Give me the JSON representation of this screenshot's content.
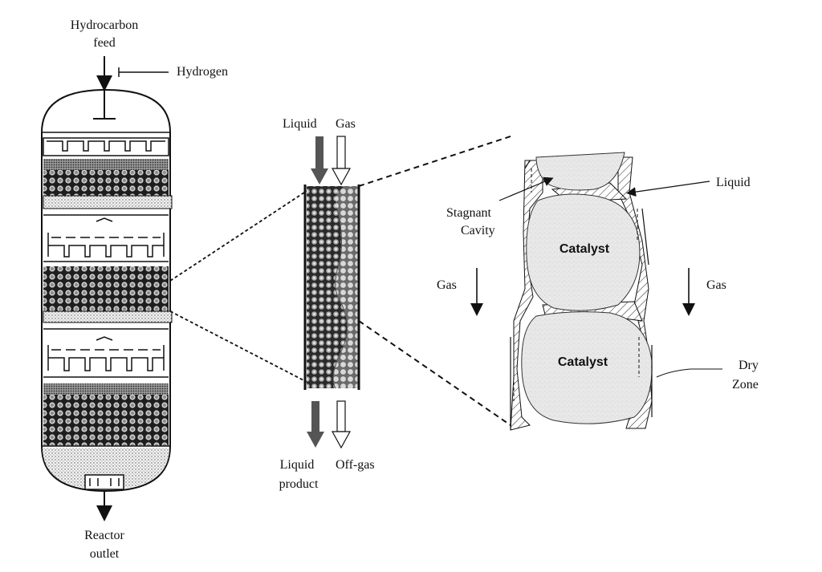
{
  "labels": {
    "hydrocarbon_feed_line1": "Hydrocarbon",
    "hydrocarbon_feed_line2": "feed",
    "hydrogen": "Hydrogen",
    "reactor_outlet_line1": "Reactor",
    "reactor_outlet_line2": "outlet",
    "liquid_in": "Liquid",
    "gas_in": "Gas",
    "liquid_product_line1": "Liquid",
    "liquid_product_line2": "product",
    "off_gas": "Off-gas",
    "stagnant_line1": "Stagnant",
    "stagnant_line2": "Cavity",
    "liquid_film": "Liquid",
    "gas_left": "Gas",
    "gas_right": "Gas",
    "catalyst_top": "Catalyst",
    "catalyst_bottom": "Catalyst",
    "dry_line1": "Dry",
    "dry_line2": "Zone"
  },
  "icons": {
    "bed": "catalyst-bed-pattern",
    "distributor": "distributor-tray",
    "arrow": "flow-arrow"
  },
  "colors": {
    "ink": "#111111",
    "bed_dark": "#1e1e1e",
    "bed_light": "#bdbdbd",
    "catalyst_fill": "#e6e6e6",
    "liquid_arrow": "#555555"
  }
}
